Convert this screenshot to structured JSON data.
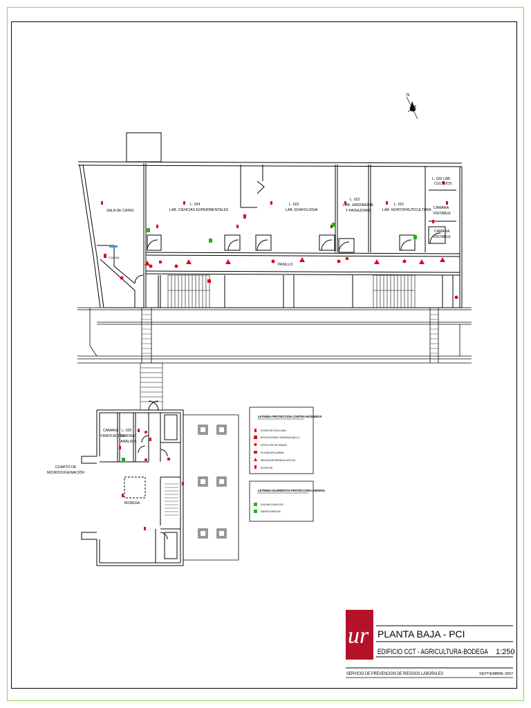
{
  "north": "N",
  "rooms": {
    "sala_catas": "SALA DE CATAS",
    "l024_num": "L. 024",
    "l024_name": "LAB. CIENCIAS EXPERIMENTALES",
    "l023_num": "L. 023",
    "l023_name": "LAB. EDAFOLOGIA",
    "l022_num": "L. 022",
    "l022_name1": "LAB. JARDINERIA",
    "l022_name2": "Y PAISAJISMO",
    "l021_num": "L. 021",
    "l021_name": "LAB. HORTOFRUTICULTURA",
    "l020_1": "L. 020 LAB.",
    "l020_2": "CULTIVOS",
    "camara_vis_a1": "CÁMARA",
    "camara_vis_a2": "VISITABLE",
    "camara_vis_b1": "CÁMARA",
    "camara_vis_b2": "VISITABLE",
    "cocina": "COCINA",
    "pasillo": "PASILLO",
    "camara_vin1": "CÁMARA",
    "camara_vin2": "VINIFICACIÓN",
    "l025_1": "L. 025",
    "l025_2": "LABORAT.",
    "l025_3": "ANÁLISIS",
    "cuarto1": "CUARTO DE",
    "cuarto2": "MICROOXIGENACIÓN",
    "bodega": "BODEGA"
  },
  "legend_pci": {
    "title": "LEYENDA PROTECCION CONTRA INCENDIOS",
    "items": [
      "EXTINTOR POLVO ABC",
      "BOCA INCENDIO EQUIPADA (B.I.E.)",
      "DETECTOR DE HUMOS",
      "PULSADOR ALARMA",
      "INDICADOR SIRENA ACÚSTICA",
      "EXTINTOR"
    ]
  },
  "legend_laboral": {
    "title": "LEYENDA ELEMENTOS PROTECCION LABORAL",
    "items": [
      "DUCHAS LAVAOJOS",
      "MANTA IGNIFUGA"
    ]
  },
  "title_block": {
    "title": "PLANTA BAJA - PCI",
    "subtitle": "EDIFICIO CCT - AGRICULTURA-BODEGA",
    "scale": "1:250",
    "department": "SERVICIO DE PREVENCION DE RIESGOS LABORALES",
    "date": "SEPTIEMBRE 2007",
    "logo_text": "ur"
  },
  "colors": {
    "frame": "#8fd14f",
    "symbol": "#e0001a",
    "safety": "#1db31d",
    "logo": "#b5122a"
  }
}
